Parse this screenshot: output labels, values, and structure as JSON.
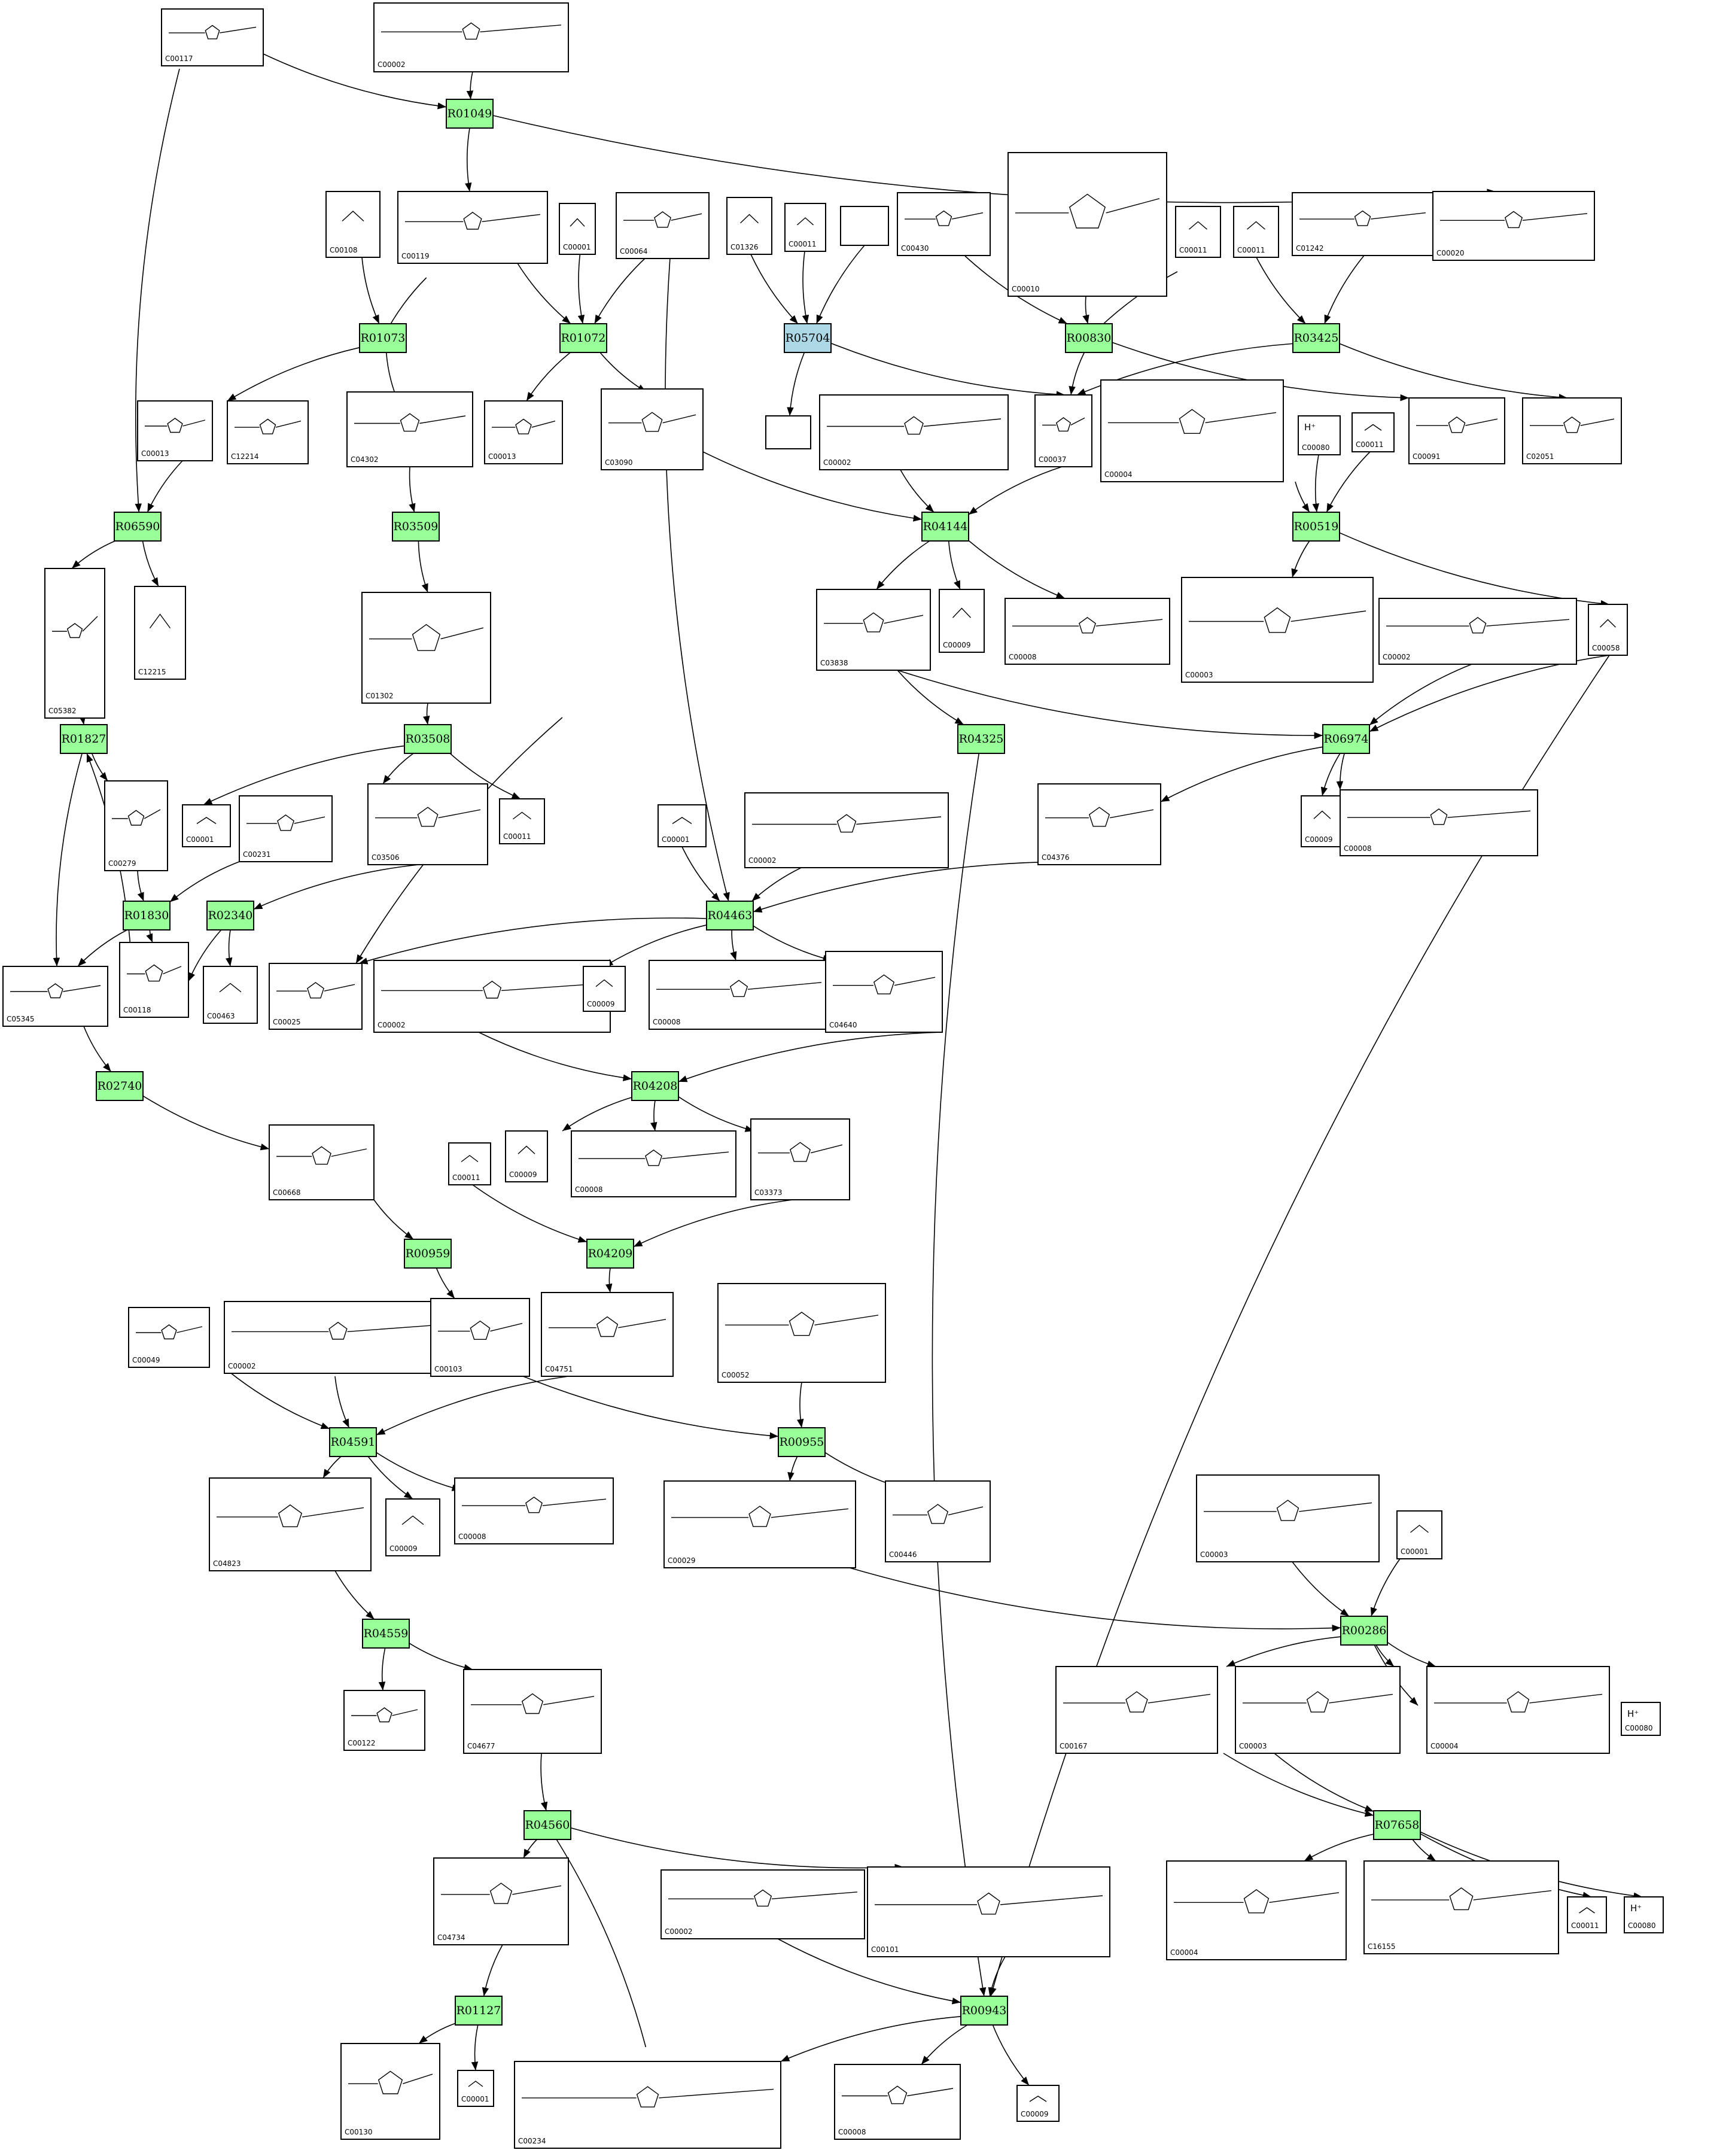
{
  "colors": {
    "reaction_fill": "#99ff99",
    "reaction_highlight_fill": "#add8e6",
    "stroke": "#000000",
    "background": "#ffffff"
  },
  "reactions": [
    {
      "id": "R01049"
    },
    {
      "id": "R01073"
    },
    {
      "id": "R01072"
    },
    {
      "id": "R05704",
      "highlight": true
    },
    {
      "id": "R00830"
    },
    {
      "id": "R03425"
    },
    {
      "id": "R06590"
    },
    {
      "id": "R03509"
    },
    {
      "id": "R04144"
    },
    {
      "id": "R00519"
    },
    {
      "id": "R01827"
    },
    {
      "id": "R03508"
    },
    {
      "id": "R04325"
    },
    {
      "id": "R06974"
    },
    {
      "id": "R01830"
    },
    {
      "id": "R02340"
    },
    {
      "id": "R04463"
    },
    {
      "id": "R02740"
    },
    {
      "id": "R04208"
    },
    {
      "id": "R00959"
    },
    {
      "id": "R04209"
    },
    {
      "id": "R04591"
    },
    {
      "id": "R00955"
    },
    {
      "id": "R00286"
    },
    {
      "id": "R04559"
    },
    {
      "id": "R04560"
    },
    {
      "id": "R07658"
    },
    {
      "id": "R01127"
    },
    {
      "id": "R00943"
    }
  ],
  "compounds": [
    {
      "id": "C00117",
      "formula": ""
    },
    {
      "id": "C00002",
      "formula": ""
    },
    {
      "id": "C00108",
      "formula": ""
    },
    {
      "id": "C00119",
      "formula": ""
    },
    {
      "id": "C00001",
      "formula": ""
    },
    {
      "id": "C00064",
      "formula": ""
    },
    {
      "id": "C01326",
      "formula": ""
    },
    {
      "id": "C00011",
      "formula": ""
    },
    {
      "id": "",
      "formula": ""
    },
    {
      "id": "C00430",
      "formula": ""
    },
    {
      "id": "C00010",
      "formula": ""
    },
    {
      "id": "C00011",
      "formula": ""
    },
    {
      "id": "C00011",
      "formula": ""
    },
    {
      "id": "C01242",
      "formula": ""
    },
    {
      "id": "C00020",
      "formula": ""
    },
    {
      "id": "C00013",
      "formula": ""
    },
    {
      "id": "C12214",
      "formula": ""
    },
    {
      "id": "C04302",
      "formula": ""
    },
    {
      "id": "C00013",
      "formula": ""
    },
    {
      "id": "C03090",
      "formula": ""
    },
    {
      "id": "",
      "formula": ""
    },
    {
      "id": "C00002",
      "formula": ""
    },
    {
      "id": "C00037",
      "formula": ""
    },
    {
      "id": "C00004",
      "formula": ""
    },
    {
      "id": "C00080",
      "formula": "H⁺"
    },
    {
      "id": "C00011",
      "formula": ""
    },
    {
      "id": "C00091",
      "formula": ""
    },
    {
      "id": "C02051",
      "formula": ""
    },
    {
      "id": "C05382",
      "formula": ""
    },
    {
      "id": "C12215",
      "formula": ""
    },
    {
      "id": "C01302",
      "formula": ""
    },
    {
      "id": "C03838",
      "formula": ""
    },
    {
      "id": "C00009",
      "formula": ""
    },
    {
      "id": "C00008",
      "formula": ""
    },
    {
      "id": "C00003",
      "formula": ""
    },
    {
      "id": "C00002",
      "formula": ""
    },
    {
      "id": "C00058",
      "formula": ""
    },
    {
      "id": "C00279",
      "formula": ""
    },
    {
      "id": "C00001",
      "formula": ""
    },
    {
      "id": "C00231",
      "formula": ""
    },
    {
      "id": "C03506",
      "formula": ""
    },
    {
      "id": "C00011",
      "formula": ""
    },
    {
      "id": "C00001",
      "formula": ""
    },
    {
      "id": "C00002",
      "formula": ""
    },
    {
      "id": "C04376",
      "formula": ""
    },
    {
      "id": "C00009",
      "formula": ""
    },
    {
      "id": "C00008",
      "formula": ""
    },
    {
      "id": "C05345",
      "formula": ""
    },
    {
      "id": "C00118",
      "formula": ""
    },
    {
      "id": "C00463",
      "formula": ""
    },
    {
      "id": "C00025",
      "formula": ""
    },
    {
      "id": "C00002",
      "formula": ""
    },
    {
      "id": "C00009",
      "formula": ""
    },
    {
      "id": "C00008",
      "formula": ""
    },
    {
      "id": "C04640",
      "formula": ""
    },
    {
      "id": "C00668",
      "formula": ""
    },
    {
      "id": "C00011",
      "formula": ""
    },
    {
      "id": "C00009",
      "formula": ""
    },
    {
      "id": "C00008",
      "formula": ""
    },
    {
      "id": "C03373",
      "formula": ""
    },
    {
      "id": "C00049",
      "formula": ""
    },
    {
      "id": "C00002",
      "formula": ""
    },
    {
      "id": "C00103",
      "formula": ""
    },
    {
      "id": "C04751",
      "formula": ""
    },
    {
      "id": "C00052",
      "formula": ""
    },
    {
      "id": "C04823",
      "formula": ""
    },
    {
      "id": "C00009",
      "formula": ""
    },
    {
      "id": "C00008",
      "formula": ""
    },
    {
      "id": "C00029",
      "formula": ""
    },
    {
      "id": "C00446",
      "formula": ""
    },
    {
      "id": "C00003",
      "formula": ""
    },
    {
      "id": "C00001",
      "formula": ""
    },
    {
      "id": "C00122",
      "formula": ""
    },
    {
      "id": "C04677",
      "formula": ""
    },
    {
      "id": "C00167",
      "formula": ""
    },
    {
      "id": "C00003",
      "formula": ""
    },
    {
      "id": "C00004",
      "formula": ""
    },
    {
      "id": "C00080",
      "formula": "H⁺"
    },
    {
      "id": "C04734",
      "formula": ""
    },
    {
      "id": "C00002",
      "formula": ""
    },
    {
      "id": "C00101",
      "formula": ""
    },
    {
      "id": "C00004",
      "formula": ""
    },
    {
      "id": "C16155",
      "formula": ""
    },
    {
      "id": "C00011",
      "formula": ""
    },
    {
      "id": "C00080",
      "formula": "H⁺"
    },
    {
      "id": "C00130",
      "formula": ""
    },
    {
      "id": "C00001",
      "formula": ""
    },
    {
      "id": "C00234",
      "formula": ""
    },
    {
      "id": "C00008",
      "formula": ""
    },
    {
      "id": "C00009",
      "formula": ""
    }
  ]
}
